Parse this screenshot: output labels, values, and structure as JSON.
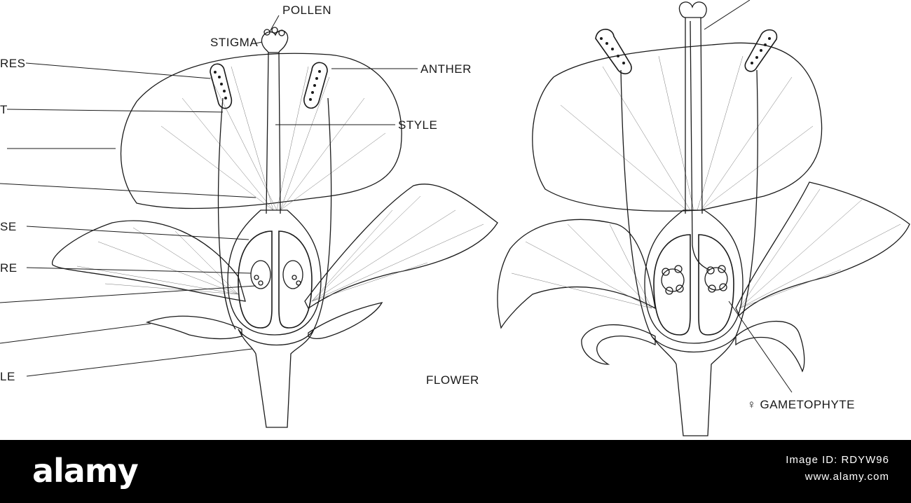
{
  "diagram": {
    "left_flower": {
      "labels": {
        "pollen": "POLLEN",
        "stigma": "STIGMA",
        "microspores": "RES",
        "filament": "T",
        "anther": "ANTHER",
        "style": "STYLE",
        "nucellus": "SE",
        "megaspore": "RE",
        "receptacle": "LE",
        "flower": "FLOWER"
      }
    },
    "right_flower": {
      "labels": {
        "gametophyte": "♀ GAMETOPHYTE"
      }
    },
    "colors": {
      "ink": "#1a1a1a",
      "background": "#ffffff"
    }
  },
  "watermark": {
    "brand": "alamy",
    "image_id": "Image ID: RDYW96",
    "url": "www.alamy.com"
  }
}
